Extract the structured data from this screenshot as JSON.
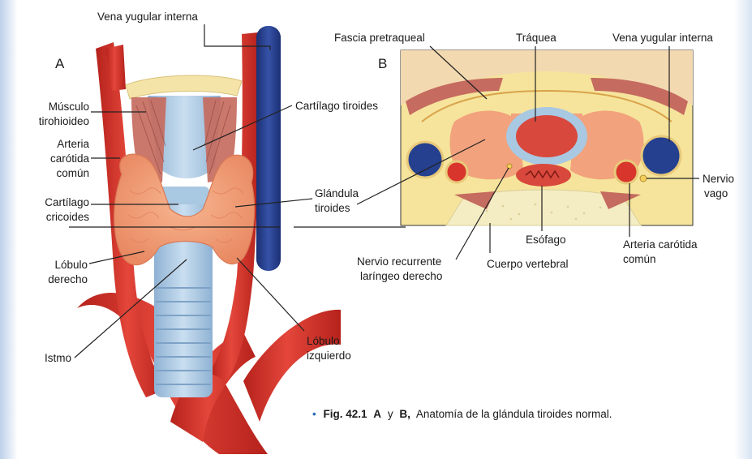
{
  "panels": {
    "a": "A",
    "b": "B"
  },
  "labels_a": {
    "vena_yugular": "Vena yugular interna",
    "musculo_1": "Músculo",
    "musculo_2": "tirohioideo",
    "arteria_1": "Arteria",
    "arteria_2": "carótida",
    "arteria_3": "común",
    "cricoides_1": "Cartílago",
    "cricoides_2": "cricoides",
    "lobulo_der_1": "Lóbulo",
    "lobulo_der_2": "derecho",
    "istmo": "Istmo",
    "tiroides_cart": "Cartílago tiroides",
    "glandula_1": "Glándula",
    "glandula_2": "tiroides",
    "lobulo_izq_1": "Lóbulo",
    "lobulo_izq_2": "izquierdo"
  },
  "labels_b": {
    "fascia": "Fascia pretraqueal",
    "traquea": "Tráquea",
    "vena_yugular": "Vena yugular interna",
    "nervio_vago_1": "Nervio",
    "nervio_vago_2": "vago",
    "arteria_1": "Arteria carótida",
    "arteria_2": "común",
    "esofago": "Esófago",
    "cuerpo": "Cuerpo vertebral",
    "recurrente_1": "Nervio recurrente",
    "recurrente_2": "laríngeo derecho"
  },
  "caption": {
    "bullet": "•",
    "fig": "Fig. 42.1",
    "a": "A",
    "y": "y",
    "b": "B,",
    "text": "Anatomía de la glándula tiroides normal."
  },
  "colors": {
    "artery": "#d8352c",
    "vein": "#24408f",
    "thyroid": "#f2a27c",
    "trachea": "#a9c8e2",
    "fat": "#f6e49c",
    "muscle": "#c56b5f"
  }
}
